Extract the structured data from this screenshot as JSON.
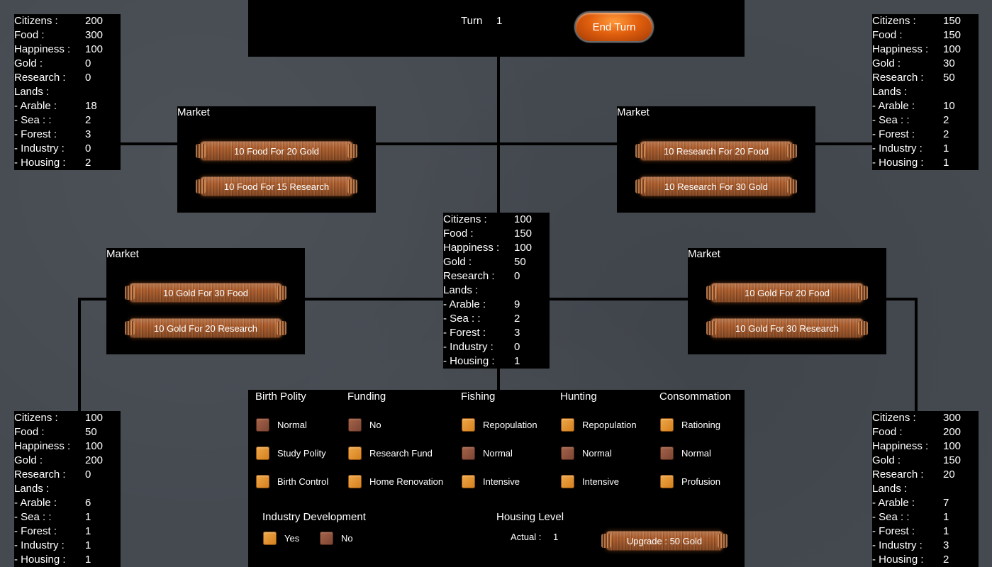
{
  "turn": {
    "label": "Turn",
    "value": "1",
    "end_turn_label": "End Turn"
  },
  "labels": {
    "citizens": "Citizens :",
    "food": "Food :",
    "happiness": "Happiness :",
    "gold": "Gold :",
    "research": "Research :",
    "lands": "Lands :",
    "arable": "- Arable :",
    "sea": "- Sea : :",
    "forest": "- Forest :",
    "industry": "- Industry :",
    "housing": "- Housing :"
  },
  "cities": {
    "top_left": {
      "citizens": "200",
      "food": "300",
      "happiness": "100",
      "gold": "0",
      "research": "0",
      "arable": "18",
      "sea": "2",
      "forest": "3",
      "industry": "0",
      "housing": "2"
    },
    "top_right": {
      "citizens": "150",
      "food": "150",
      "happiness": "100",
      "gold": "30",
      "research": "50",
      "arable": "10",
      "sea": "2",
      "forest": "2",
      "industry": "1",
      "housing": "1"
    },
    "center": {
      "citizens": "100",
      "food": "150",
      "happiness": "100",
      "gold": "50",
      "research": "0",
      "arable": "9",
      "sea": "2",
      "forest": "3",
      "industry": "0",
      "housing": "1"
    },
    "bottom_left": {
      "citizens": "100",
      "food": "50",
      "happiness": "100",
      "gold": "200",
      "research": "0",
      "arable": "6",
      "sea": "1",
      "forest": "1",
      "industry": "1",
      "housing": "1"
    },
    "bottom_right": {
      "citizens": "300",
      "food": "200",
      "happiness": "100",
      "gold": "150",
      "research": "20",
      "arable": "7",
      "sea": "1",
      "forest": "1",
      "industry": "3",
      "housing": "2"
    }
  },
  "markets": {
    "top_left": {
      "title": "Market",
      "trade1": "10 Food For 20 Gold",
      "trade2": "10 Food For 15 Research"
    },
    "top_right": {
      "title": "Market",
      "trade1": "10 Research For 20 Food",
      "trade2": "10 Research For 30 Gold"
    },
    "mid_left": {
      "title": "Market",
      "trade1": "10 Gold For 30 Food",
      "trade2": "10 Gold For 20 Research"
    },
    "mid_right": {
      "title": "Market",
      "trade1": "10 Gold For 20 Food",
      "trade2": "10 Gold For 30 Research"
    }
  },
  "policies": {
    "birth_polity": {
      "title": "Birth Polity",
      "opt1": "Normal",
      "opt2": "Study Polity",
      "opt3": "Birth Control",
      "selected": "Normal"
    },
    "funding": {
      "title": "Funding",
      "opt1": "No",
      "opt2": "Research Fund",
      "opt3": "Home Renovation",
      "selected": "No"
    },
    "fishing": {
      "title": "Fishing",
      "opt1": "Repopulation",
      "opt2": "Normal",
      "opt3": "Intensive",
      "selected": "Normal"
    },
    "hunting": {
      "title": "Hunting",
      "opt1": "Repopulation",
      "opt2": "Normal",
      "opt3": "Intensive",
      "selected": "Normal"
    },
    "consommation": {
      "title": "Consommation",
      "opt1": "Rationing",
      "opt2": "Normal",
      "opt3": "Profusion",
      "selected": "Normal"
    },
    "industry_dev": {
      "title": "Industry Development",
      "opt1": "Yes",
      "opt2": "No",
      "selected": "No"
    },
    "housing": {
      "title": "Housing Level",
      "actual_label": "Actual :",
      "actual_value": "1",
      "upgrade_label": "Upgrade : 50 Gold"
    }
  },
  "colors": {
    "background": "#454a51",
    "panel": "#000000",
    "checkbox_on": "#e39533",
    "checkbox_off": "#8f5440",
    "end_turn": "#e2600e"
  }
}
